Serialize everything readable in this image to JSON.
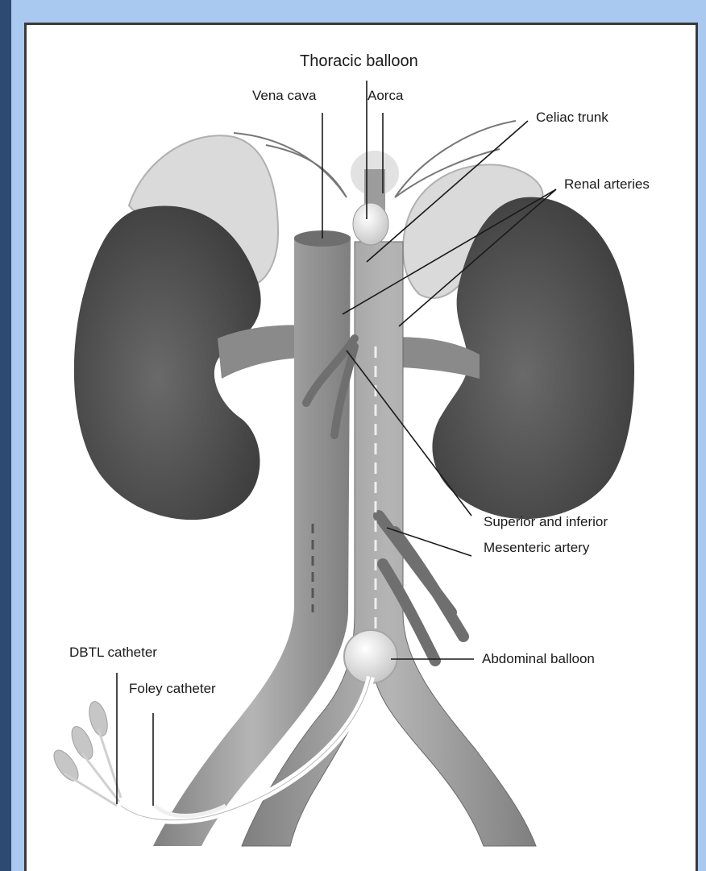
{
  "labels": {
    "thoracic_balloon": "Thoracic balloon",
    "vena_cava": "Vena cava",
    "aorca": "Aorca",
    "celiac_trunk": "Celiac trunk",
    "renal_arteries": "Renal arteries",
    "superior_inferior": "Superior and inferior",
    "mesenteric_artery": "Mesenteric artery",
    "dbtl_catheter": "DBTL catheter",
    "foley_catheter": "Foley catheter",
    "abdominal_balloon": "Abdominal balloon"
  },
  "colors": {
    "background": "#a9c9f1",
    "left_bar": "#2c4a72",
    "kidney": "#4a4a4a",
    "vessel": "#9a9a9a",
    "gland": "#dcdcdc"
  }
}
